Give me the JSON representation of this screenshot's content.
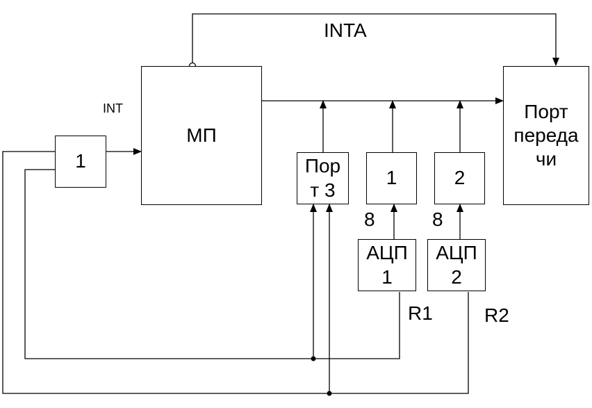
{
  "diagram": {
    "interrupt_line_label": "INTA",
    "int_label": "INT",
    "block_1": "1",
    "mp": "МП",
    "port3": [
      "Пор",
      "т 3"
    ],
    "reg_1": "1",
    "reg_2": "2",
    "transfer_port": [
      "Порт",
      "переда",
      "чи"
    ],
    "adc1": [
      "АЦП",
      "1"
    ],
    "adc2": [
      "АЦП",
      "2"
    ],
    "bus_width_1": "8",
    "bus_width_2": "8",
    "r1": "R1",
    "r2": "R2"
  }
}
